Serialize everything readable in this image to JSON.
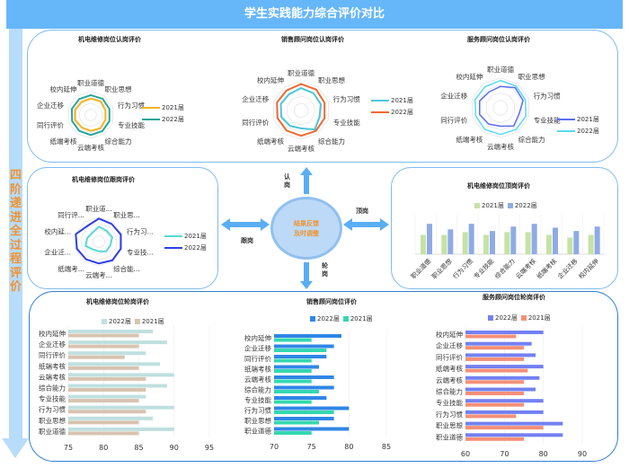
{
  "page": {
    "title": "学生实践能力综合评价对比",
    "side_label": "四阶递进全过程评价",
    "hub_line1": "结果反馈",
    "hub_line2": "及时调整",
    "flow": {
      "up": "认岗",
      "right": "顶岗",
      "left": "跟岗",
      "down": "轮岗"
    }
  },
  "colors": {
    "title_bar": "#66b6fa",
    "side_strip": "#b8dcfb",
    "side_label": "#f0932f",
    "panel_border": "#7cbcf2",
    "hub_fill": "#bcd9f7",
    "arrow": "#5aaef5"
  },
  "chart_data": [
    {
      "id": "radar1",
      "type": "radar",
      "title": "机电维修岗位认岗评价",
      "axes": [
        "职业道德",
        "职业思想",
        "行为习惯",
        "专业技能",
        "综合能力",
        "云端考核",
        "纸端考核",
        "同行评价",
        "企业迁移",
        "校内延伸"
      ],
      "series": [
        {
          "name": "2021届",
          "color": "#f5b325",
          "values": [
            0.7,
            0.72,
            0.66,
            0.66,
            0.7,
            0.68,
            0.66,
            0.7,
            0.7,
            0.68
          ]
        },
        {
          "name": "2022届",
          "color": "#26a69a",
          "values": [
            0.85,
            0.86,
            0.84,
            0.84,
            0.85,
            0.86,
            0.84,
            0.84,
            0.85,
            0.84
          ]
        }
      ]
    },
    {
      "id": "radar2",
      "type": "radar",
      "title": "销售顾问岗位认岗评价",
      "axes": [
        "职业道德",
        "职业思想",
        "行为习惯",
        "专业技能",
        "综合能力",
        "云端考核",
        "纸端考核",
        "同行评价",
        "企业迁移",
        "校内延伸"
      ],
      "series": [
        {
          "name": "2021届",
          "color": "#4cc6d8",
          "values": [
            0.78,
            0.74,
            0.72,
            0.68,
            0.82,
            0.62,
            0.66,
            0.72,
            0.74,
            0.7
          ]
        },
        {
          "name": "2022届",
          "color": "#f06830",
          "values": [
            0.92,
            0.9,
            0.86,
            0.86,
            0.88,
            0.88,
            0.86,
            0.86,
            0.88,
            0.86
          ]
        }
      ]
    },
    {
      "id": "radar3",
      "type": "radar",
      "title": "服务顾问岗位认岗评价",
      "axes": [
        "职业道德",
        "职业思想",
        "行为习惯",
        "专业技能",
        "综合能力",
        "云端考核",
        "纸端考核",
        "同行评价",
        "企业迁移",
        "校内延伸"
      ],
      "series": [
        {
          "name": "2021届",
          "color": "#5a6ef0",
          "values": [
            0.72,
            0.84,
            0.8,
            0.66,
            0.76,
            0.62,
            0.68,
            0.74,
            0.74,
            0.66
          ]
        },
        {
          "name": "2022届",
          "color": "#5ad8f5",
          "values": [
            0.92,
            0.9,
            0.88,
            0.9,
            0.9,
            0.9,
            0.9,
            0.88,
            0.9,
            0.88
          ]
        }
      ]
    },
    {
      "id": "radar4",
      "type": "radar",
      "title": "机电维修岗位跟岗评价",
      "axes": [
        "职业道...",
        "职业思...",
        "行为习...",
        "专业技...",
        "综合能...",
        "云端考...",
        "纸端考...",
        "企业迁...",
        "校内延...",
        "同行评..."
      ],
      "series": [
        {
          "name": "2021届",
          "color": "#5ad8d5",
          "values": [
            0.62,
            0.55,
            0.58,
            0.5,
            0.5,
            0.4,
            0.4,
            0.58,
            0.5,
            0.45
          ]
        },
        {
          "name": "2022届",
          "color": "#2d3ee8",
          "values": [
            0.95,
            0.9,
            0.95,
            0.95,
            0.95,
            0.9,
            0.9,
            0.95,
            1.0,
            0.8
          ]
        }
      ]
    },
    {
      "id": "bar_top",
      "type": "bar",
      "title": "机电维修岗位顶岗评价",
      "categories": [
        "职业道德",
        "职业思想",
        "行为习惯",
        "专业技能",
        "综合能力",
        "云端考核",
        "纸端考核",
        "企业迁移",
        "校内延伸"
      ],
      "series": [
        {
          "name": "2021届",
          "color": "#c5e3a5",
          "values": [
            3.5,
            3.5,
            4,
            3.5,
            4,
            4,
            3.5,
            3,
            3.5
          ]
        },
        {
          "name": "2022届",
          "color": "#8fabe6",
          "values": [
            5.5,
            4.5,
            5.5,
            4.2,
            5,
            5.5,
            4.8,
            4.2,
            5
          ]
        }
      ]
    },
    {
      "id": "hbar1",
      "type": "bar",
      "orientation": "horizontal",
      "title": "机电维修岗位轮岗评价",
      "categories": [
        "校内延伸",
        "企业迁移",
        "同行评价",
        "纸端考核",
        "云端考核",
        "综合能力",
        "专业技能",
        "行为习惯",
        "职业思想",
        "职业道德"
      ],
      "xlim": [
        75,
        95
      ],
      "ticks": [
        75,
        80,
        85,
        90,
        95
      ],
      "series": [
        {
          "name": "2022届",
          "color": "#bfe0df",
          "values": [
            87,
            89,
            86,
            88,
            90,
            89,
            86,
            90,
            87,
            90
          ]
        },
        {
          "name": "2021届",
          "color": "#d8c3b0",
          "values": [
            85,
            85,
            83,
            85,
            86,
            86,
            85,
            86,
            85,
            85
          ]
        }
      ]
    },
    {
      "id": "hbar2",
      "type": "bar",
      "orientation": "horizontal",
      "title": "销售顾问岗位评价",
      "categories": [
        "校内延伸",
        "企业迁移",
        "同行评价",
        "纸端考核",
        "云端考核",
        "综合能力",
        "专业技能",
        "行为习惯",
        "职业思想",
        "职业道德"
      ],
      "xlim": [
        70,
        85
      ],
      "ticks": [
        70,
        75,
        80,
        85
      ],
      "series": [
        {
          "name": "2022届",
          "color": "#2f86e6",
          "values": [
            79,
            78,
            77,
            76,
            78,
            78,
            77,
            80,
            78,
            80
          ]
        },
        {
          "name": "2021届",
          "color": "#34d8b0",
          "values": [
            75,
            77,
            75,
            75,
            75,
            76,
            75,
            78,
            76,
            75
          ]
        }
      ]
    },
    {
      "id": "hbar3",
      "type": "bar",
      "orientation": "horizontal",
      "title": "服务顾问岗位轮岗评价",
      "categories": [
        "校内延伸",
        "企业迁移",
        "同行评价",
        "纸端考核",
        "云端考核",
        "综合能力",
        "专业技能",
        "行为习惯",
        "职业思想",
        "职业道德"
      ],
      "xlim": [
        60,
        90
      ],
      "ticks": [
        60,
        70,
        80,
        90
      ],
      "series": [
        {
          "name": "2022届",
          "color": "#7380f2",
          "values": [
            80,
            77,
            78,
            80,
            79,
            78,
            80,
            80,
            85,
            85
          ]
        },
        {
          "name": "2021届",
          "color": "#f59077",
          "values": [
            73,
            75,
            75,
            76,
            75,
            75,
            75,
            73,
            80,
            75
          ]
        }
      ]
    }
  ]
}
